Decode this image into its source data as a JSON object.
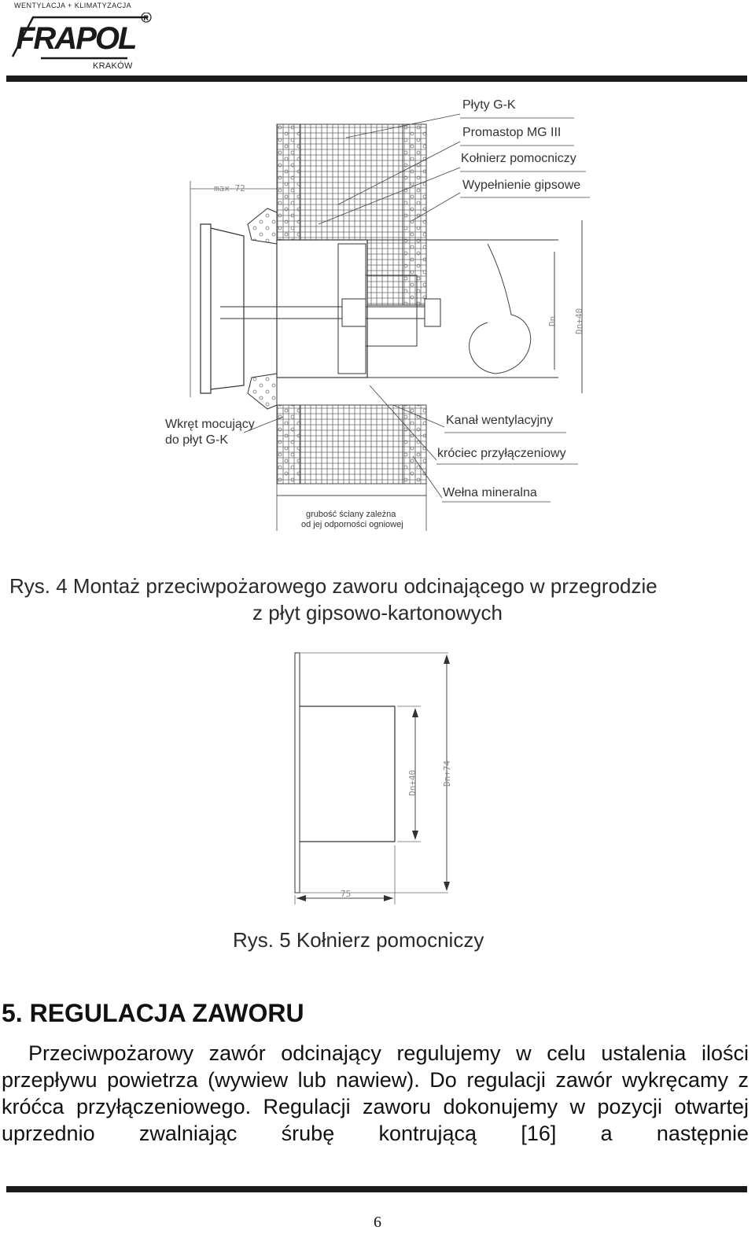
{
  "header": {
    "tagline": "WENTYLACJA + KLIMATYZACJA",
    "logo_text": "FRAPOL",
    "registered_mark": "®",
    "city": "KRAKÓW"
  },
  "figure4": {
    "labels": {
      "plyty": "Płyty G-K",
      "promastop": "Promastop MG III",
      "kolnierz": "Kołnierz pomocniczy",
      "wypelnienie": "Wypełnienie gipsowe",
      "wkret_line1": "Wkręt mocujący",
      "wkret_line2": "do płyt G-K",
      "kanal": "Kanał wentylacyjny",
      "krociec": "króciec przyłączeniowy",
      "welna": "Wełna mineralna",
      "grubosc_line1": "grubość ściany zależna",
      "grubosc_line2": "od jej odporności ogniowej",
      "max72": "max 72",
      "dn": "Dn",
      "dn40": "Dn+40"
    },
    "caption_line1": "Rys. 4 Montaż przeciwpożarowego zaworu odcinającego w przegrodzie",
    "caption_line2": "z płyt gipsowo-kartonowych"
  },
  "figure5": {
    "dim_dn40": "Dn+40",
    "dim_dn74": "Dn+74",
    "dim_75": "75",
    "caption": "Rys. 5 Kołnierz pomocniczy"
  },
  "section": {
    "title": "5. REGULACJA ZAWORU",
    "paragraph": "Przeciwpożarowy zawór odcinający regulujemy w celu ustalenia ilości przepływu powietrza (wywiew lub nawiew). Do regulacji zawór wykręcamy z króćca przyłączeniowego. Regulacji zaworu dokonujemy w pozycji otwartej uprzednio zwalniając śrubę kontrującą [16] a następnie"
  },
  "footer": {
    "page_number": "6"
  }
}
